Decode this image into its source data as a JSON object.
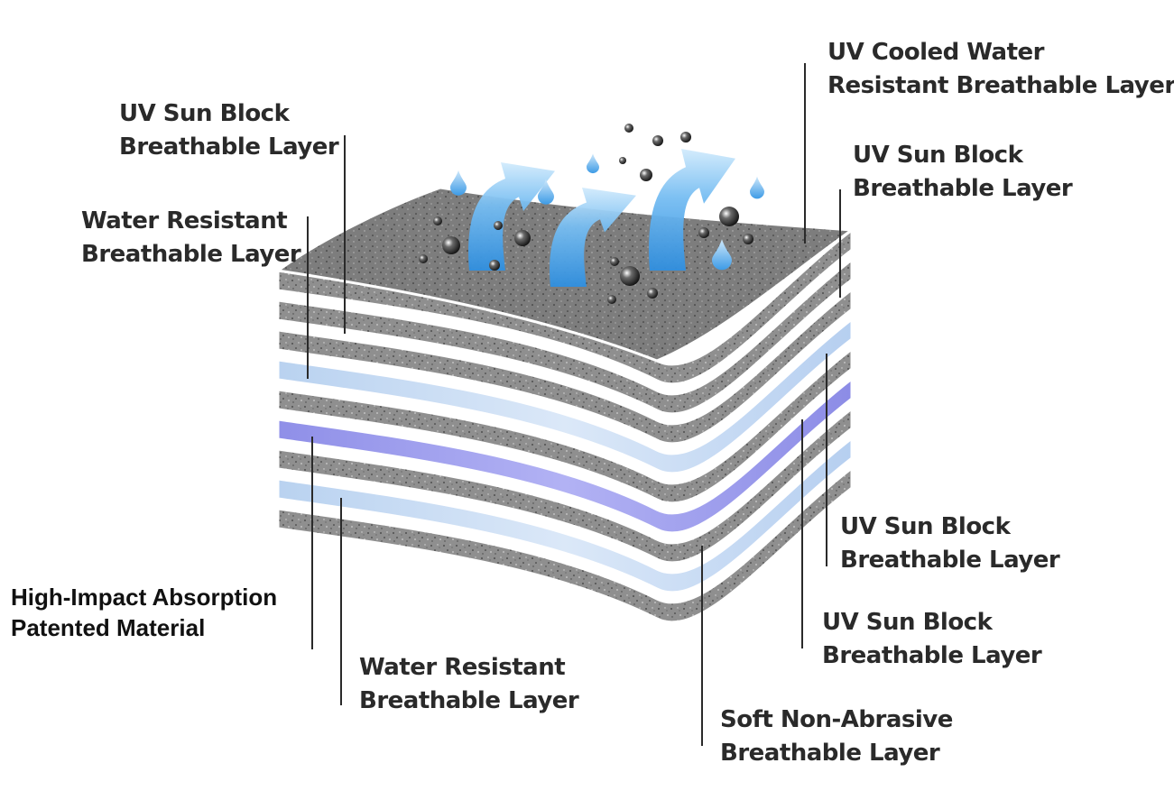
{
  "labels": {
    "top_right": {
      "line1": "UV Cooled Water",
      "line2": "Resistant Breathable Layer"
    },
    "top_left": {
      "line1": "UV Sun Block",
      "line2": "Breathable Layer"
    },
    "right_upper": {
      "line1": "UV Sun Block",
      "line2": "Breathable Layer"
    },
    "left_upper": {
      "line1": "Water Resistant",
      "line2": "Breathable Layer"
    },
    "right_mid": {
      "line1": "UV Sun Block",
      "line2": "Breathable Layer"
    },
    "left_low": {
      "line1": "High-Impact Absorption",
      "line2": "Patented Material"
    },
    "right_low": {
      "line1": "UV Sun Block",
      "line2": "Breathable Layer"
    },
    "bottom_mid": {
      "line1": "Water Resistant",
      "line2": "Breathable Layer"
    },
    "bottom_right": {
      "line1": "Soft Non-Abrasive",
      "line2": "Breathable Layer"
    }
  },
  "colors": {
    "grey_layer": "#8f8f8f",
    "light_blue_layer": "#c9dcf3",
    "purple_layer": "#9b9bee",
    "arrow_blue": "#5fb0ee",
    "text": "#2a2a2a"
  },
  "layer_stack": [
    "grey",
    "grey",
    "grey",
    "light-blue",
    "grey",
    "purple",
    "grey",
    "light-blue",
    "grey"
  ],
  "icons": [
    "vapor-arrow-icon",
    "water-droplet-icon",
    "water-bead-icon"
  ]
}
